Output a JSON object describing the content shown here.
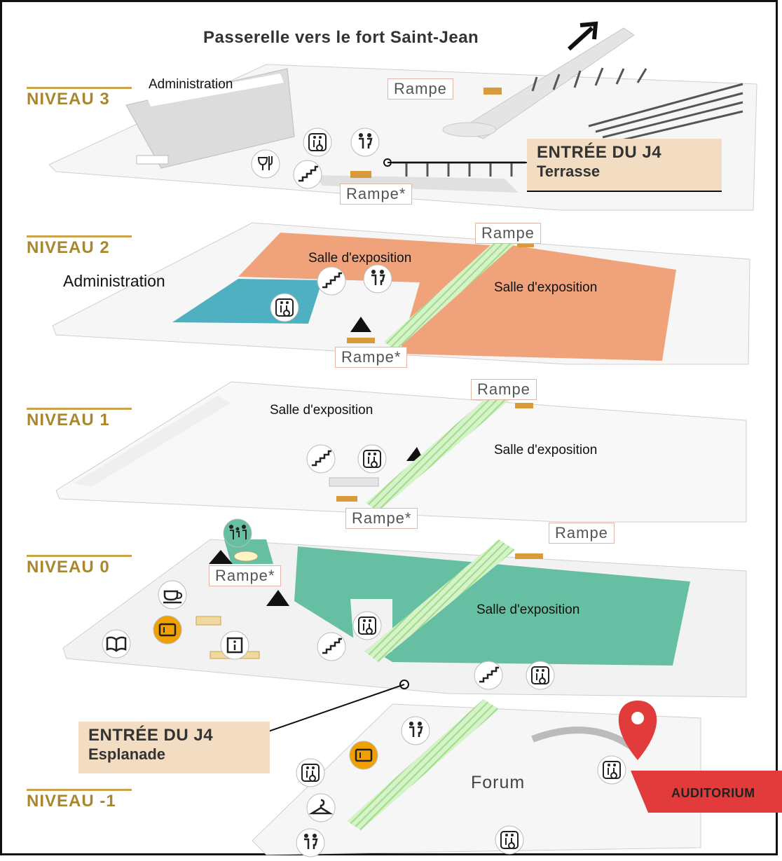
{
  "title": "Passerelle vers le fort Saint-Jean",
  "levels": [
    {
      "label": "NIVEAU 3",
      "color": "#a8872f"
    },
    {
      "label": "NIVEAU 2",
      "color": "#a8872f"
    },
    {
      "label": "NIVEAU 1",
      "color": "#a8872f"
    },
    {
      "label": "NIVEAU 0",
      "color": "#a8872f"
    },
    {
      "label": "NIVEAU -1",
      "color": "#a8872f"
    }
  ],
  "labels": {
    "admin_n3": "Administration",
    "admin_n2": "Administration",
    "salle_n2_left": "Salle d'exposition",
    "salle_n2_right": "Salle d'exposition",
    "salle_n1_left": "Salle d'exposition",
    "salle_n1_right": "Salle d'exposition",
    "salle_n0": "Salle d'exposition",
    "forum": "Forum",
    "auditorium": "AUDITORIUM"
  },
  "rampes": {
    "n3_top": "Rampe",
    "n3_bottom": "Rampe*",
    "n2_top": "Rampe",
    "n2_bottom": "Rampe*",
    "n1_top": "Rampe",
    "n1_bottom": "Rampe*",
    "n0_right": "Rampe",
    "n0_left": "Rampe*"
  },
  "entries": {
    "terrasse": {
      "line1": "ENTRÉE DU J4",
      "line2": "Terrasse"
    },
    "esplanade": {
      "line1": "ENTRÉE DU J4",
      "line2": "Esplanade"
    }
  },
  "colors": {
    "orange_hall": "#f0a37a",
    "teal_admin": "#4fb0c2",
    "green_hall": "#67bfa3",
    "floor": "#eeeeee",
    "accent_gold": "#c9a24a",
    "amber_icon": "#f0a000",
    "audit_red": "#e23b3b",
    "entry_bg": "#f2dcc2",
    "ramp_mark": "#d89a3a"
  },
  "icons": [
    "arrow-icon",
    "accessible-toilet-icon",
    "toilet-icon",
    "restaurant-icon",
    "stairs-icon",
    "family-toilet-icon",
    "cafe-icon",
    "ticket-icon",
    "book-icon",
    "info-icon",
    "cloakroom-icon",
    "location-pin-icon"
  ]
}
